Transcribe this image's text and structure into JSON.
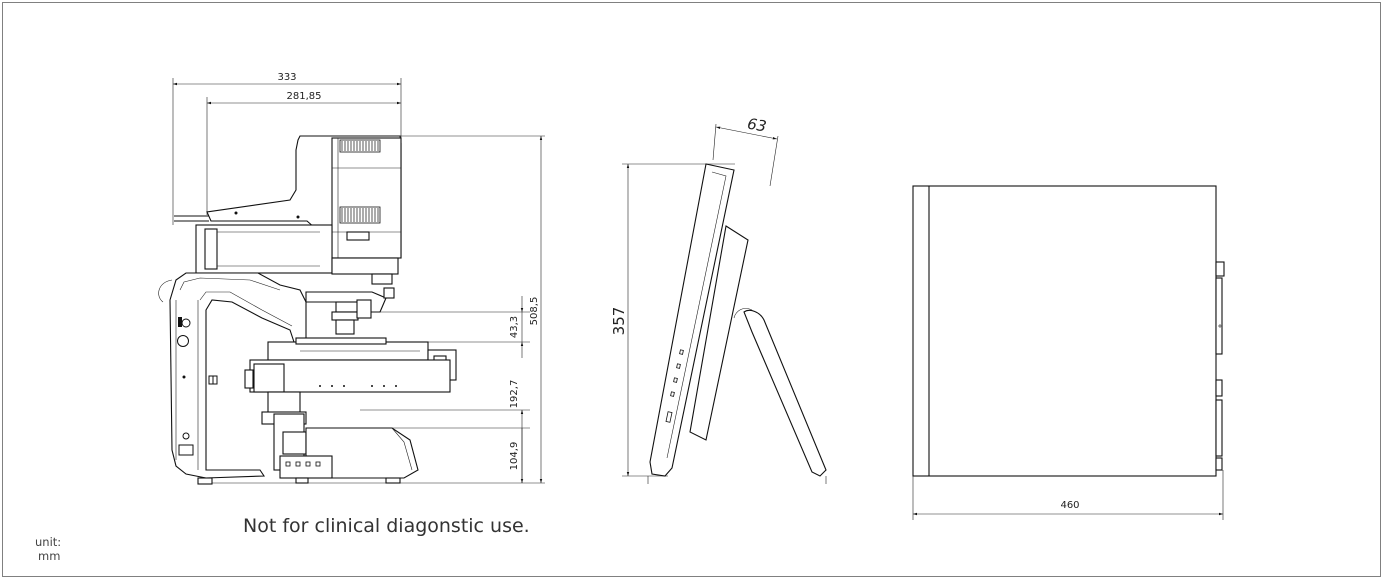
{
  "dimensions": {
    "microscope": {
      "overall_width": "333",
      "upper_width": "281,85",
      "overall_height": "508,5",
      "objective_gap": "43,3",
      "stage_height": "192,7",
      "base_height": "104,9"
    },
    "monitor": {
      "height": "357",
      "depth": "63"
    },
    "controller": {
      "width": "460"
    }
  },
  "notice": "Not for clinical diagonstic use.",
  "unit": {
    "label": "unit:",
    "value": "mm"
  }
}
